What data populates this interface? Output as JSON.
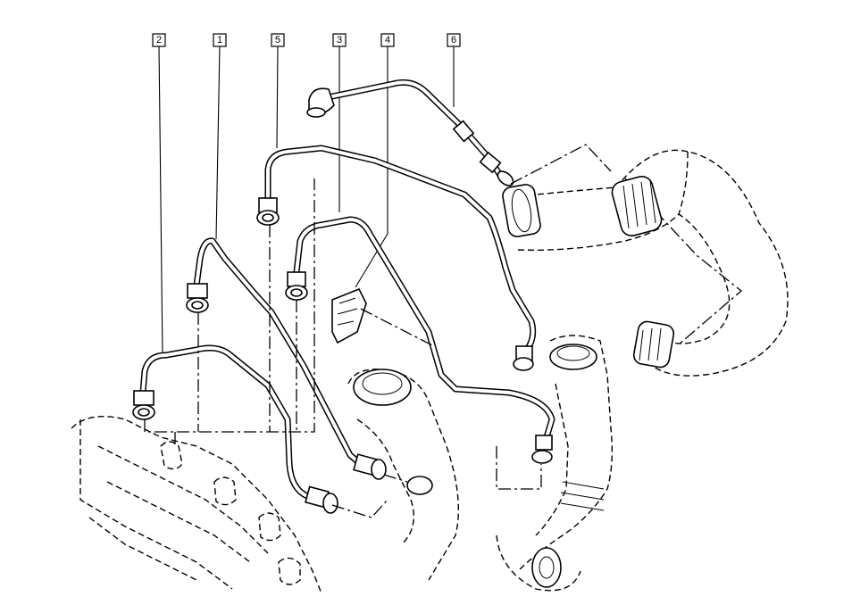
{
  "figure": {
    "callouts": [
      {
        "id": "2",
        "label": "2"
      },
      {
        "id": "1",
        "label": "1"
      },
      {
        "id": "5",
        "label": "5"
      },
      {
        "id": "3",
        "label": "3"
      },
      {
        "id": "4",
        "label": "4"
      },
      {
        "id": "6",
        "label": "6"
      }
    ]
  }
}
